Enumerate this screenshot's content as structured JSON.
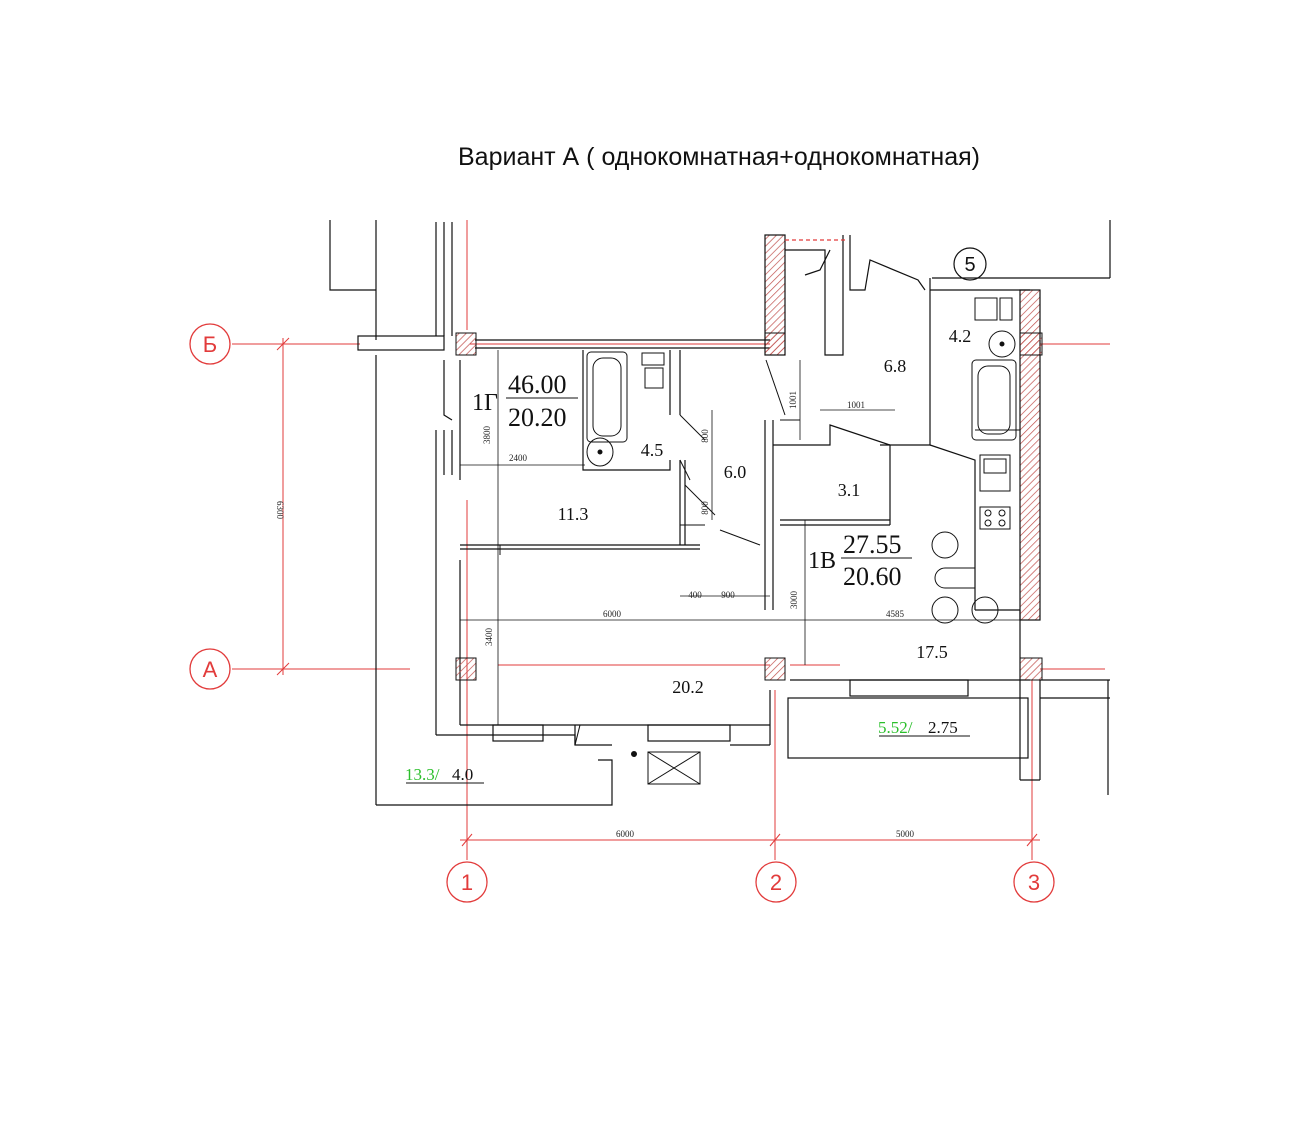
{
  "title": "Вариант А   ( однокомнатная+однокомнатная)",
  "axes": {
    "rows": [
      "Б",
      "А"
    ],
    "columns": [
      "1",
      "2",
      "3"
    ],
    "extra_column": "5"
  },
  "apartment_1": {
    "id": "1Г",
    "total_area": "46.00",
    "living_area": "20.20",
    "rooms": {
      "bathroom": "4.5",
      "corridor": "6.0",
      "kitchen": "11.3",
      "living": "20.2"
    },
    "balcony": {
      "total": "13.3/",
      "reduced": "4.0"
    }
  },
  "apartment_2": {
    "id": "1В",
    "total_area": "27.55",
    "living_area": "20.60",
    "rooms": {
      "hall": "6.8",
      "bathroom": "4.2",
      "storage": "3.1",
      "living": "17.5"
    },
    "balcony": {
      "total": "5.52/",
      "reduced": "2.75"
    }
  },
  "dimensions": {
    "span_1_2": "6000",
    "span_2_3": "5000",
    "span_A_B": "6300",
    "wall_3800": "3800",
    "wall_2400": "2400",
    "wall_3400": "3400",
    "inner_6000": "6000",
    "inner_4585": "4585",
    "wall_3000": "3000",
    "door_800_a": "800",
    "door_800_b": "800",
    "door_400": "400",
    "door_900": "900",
    "door_1001_v": "1001",
    "door_1001_h": "1001"
  },
  "colors": {
    "axis": "#e23b3b",
    "wall": "#111111",
    "hatch": "#c0504d",
    "balcony_green": "#2bbf2b"
  }
}
